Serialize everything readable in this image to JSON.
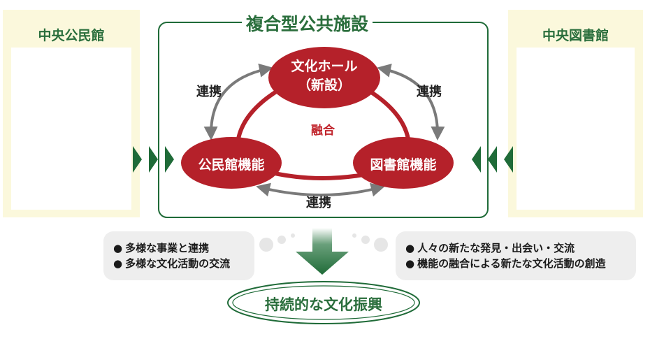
{
  "left_panel": {
    "title": "中央公民館"
  },
  "right_panel": {
    "title": "中央図書館"
  },
  "facility": {
    "title": "複合型公共施設"
  },
  "nodes": {
    "hall": {
      "line1": "文化ホール",
      "line2": "（新設）"
    },
    "community": {
      "label": "公民館機能"
    },
    "library": {
      "label": "図書館機能"
    }
  },
  "links": {
    "left": "連携",
    "right": "連携",
    "bottom": "連携"
  },
  "fusion": "融合",
  "callouts": {
    "left": [
      "多様な事業と連携",
      "多様な文化活動の交流"
    ],
    "right": [
      "人々の新たな発見・出会い・交流",
      "機能の融合による新たな文化活動の創造"
    ]
  },
  "goal": "持続的な文化振興",
  "colors": {
    "green": "#1f6b38",
    "red": "#b5212a",
    "panel": "#fbf8dc",
    "gray_arrow": "#7a7a7a"
  }
}
